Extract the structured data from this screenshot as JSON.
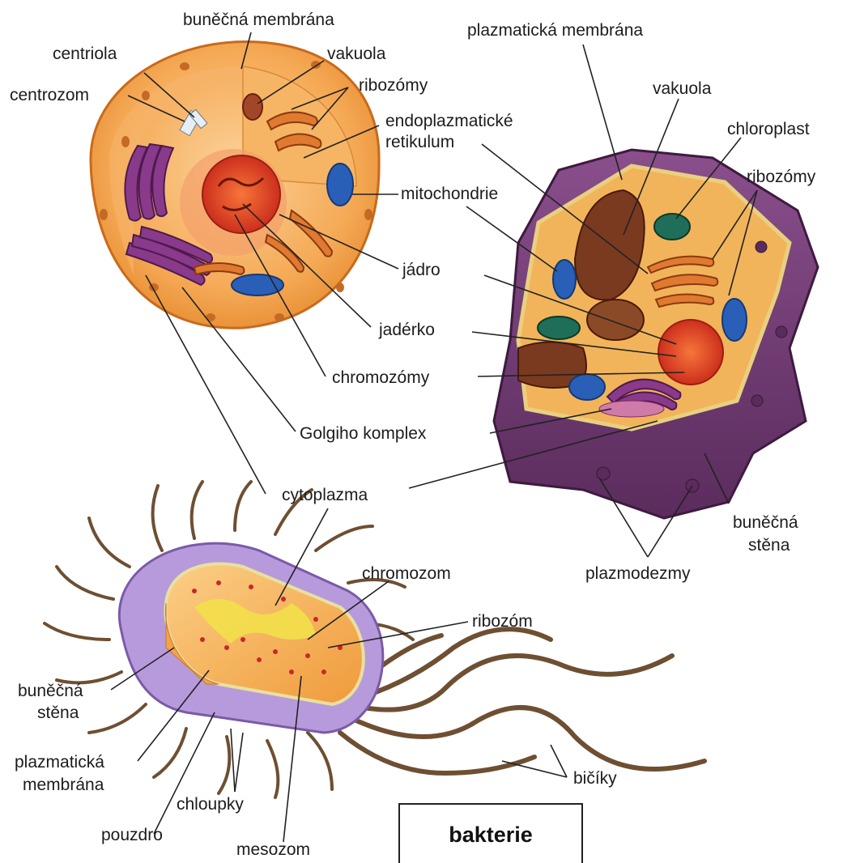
{
  "animal_cell": {
    "labels": {
      "bunecna_membrana": "buněčná membrána",
      "centriola": "centriola",
      "vakuola": "vakuola",
      "centrozom": "centrozom",
      "ribozomy": "ribozómy",
      "endoplazmaticke_1": "endoplazmatické",
      "endoplazmaticke_2": "retikulum",
      "mitochondrie": "mitochondrie",
      "jadro": "jádro",
      "jaderko": "jadérko",
      "chromozomy": "chromozómy",
      "golgi": "Golgiho komplex",
      "cytoplazma": "cytoplazma"
    }
  },
  "plant_cell": {
    "labels": {
      "plazmaticka_membrana": "plazmatická membrána",
      "vakuola": "vakuola",
      "chloroplast": "chloroplast",
      "ribozomy": "ribozómy",
      "bunecna_stena_1": "buněčná",
      "bunecna_stena_2": "stěna",
      "plazmodezmy": "plazmodezmy"
    }
  },
  "bacterium": {
    "labels": {
      "chromozom": "chromozom",
      "ribozom": "ribozóm",
      "bunecna_stena_1": "buněčná",
      "bunecna_stena_2": "stěna",
      "plazmaticka_1": "plazmatická",
      "plazmaticka_2": "membrána",
      "chloupky": "chloupky",
      "pouzdro": "pouzdro",
      "mesozom": "mesozom",
      "bicky": "bičíky"
    },
    "title": "bakterie"
  },
  "colors": {
    "animal_outer": "#f2a04a",
    "animal_inner": "#f7b56a",
    "nucleus": "#e03a1e",
    "golgi": "#7a2a7a",
    "mitochondria": "#2a5fb8",
    "plant_wall": "#6b3a6e",
    "plant_cytoplasm": "#f3b65c",
    "chloroplast": "#1f6e5a",
    "bacteria_capsule": "#b79adb",
    "bacteria_inner": "#f4b35a",
    "flagella": "#7a5a3a"
  }
}
